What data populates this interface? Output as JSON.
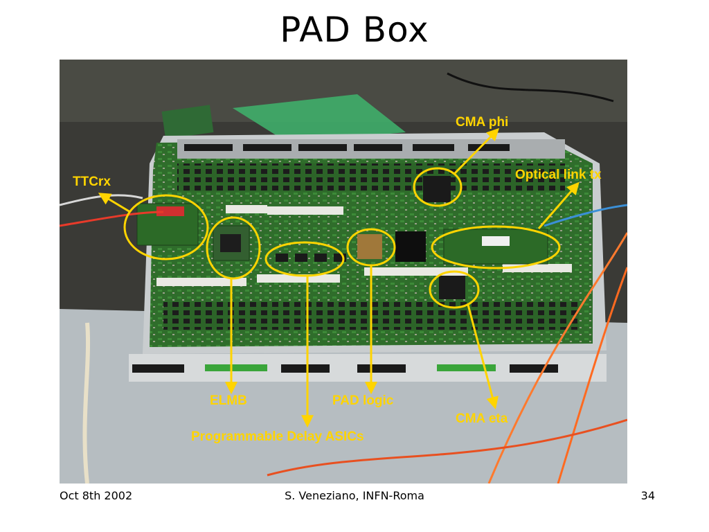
{
  "slide": {
    "title": "PAD Box",
    "footer_left": "Oct 8th 2002",
    "footer_center": "S. Veneziano, INFN-Roma",
    "footer_right": "34"
  },
  "annotations": {
    "cma_phi": "CMA phi",
    "optical_link": "Optical link tx",
    "ttcrx": "TTCrx",
    "elmb": "ELMB",
    "pad_logic": "PAD logic",
    "cma_eta": "CMA eta",
    "delay_asics": "Programmable Delay ASICs"
  },
  "colors": {
    "annotation": "#ffd400",
    "pcb": "#2e6b2a",
    "bench": "#b9c0c4"
  }
}
